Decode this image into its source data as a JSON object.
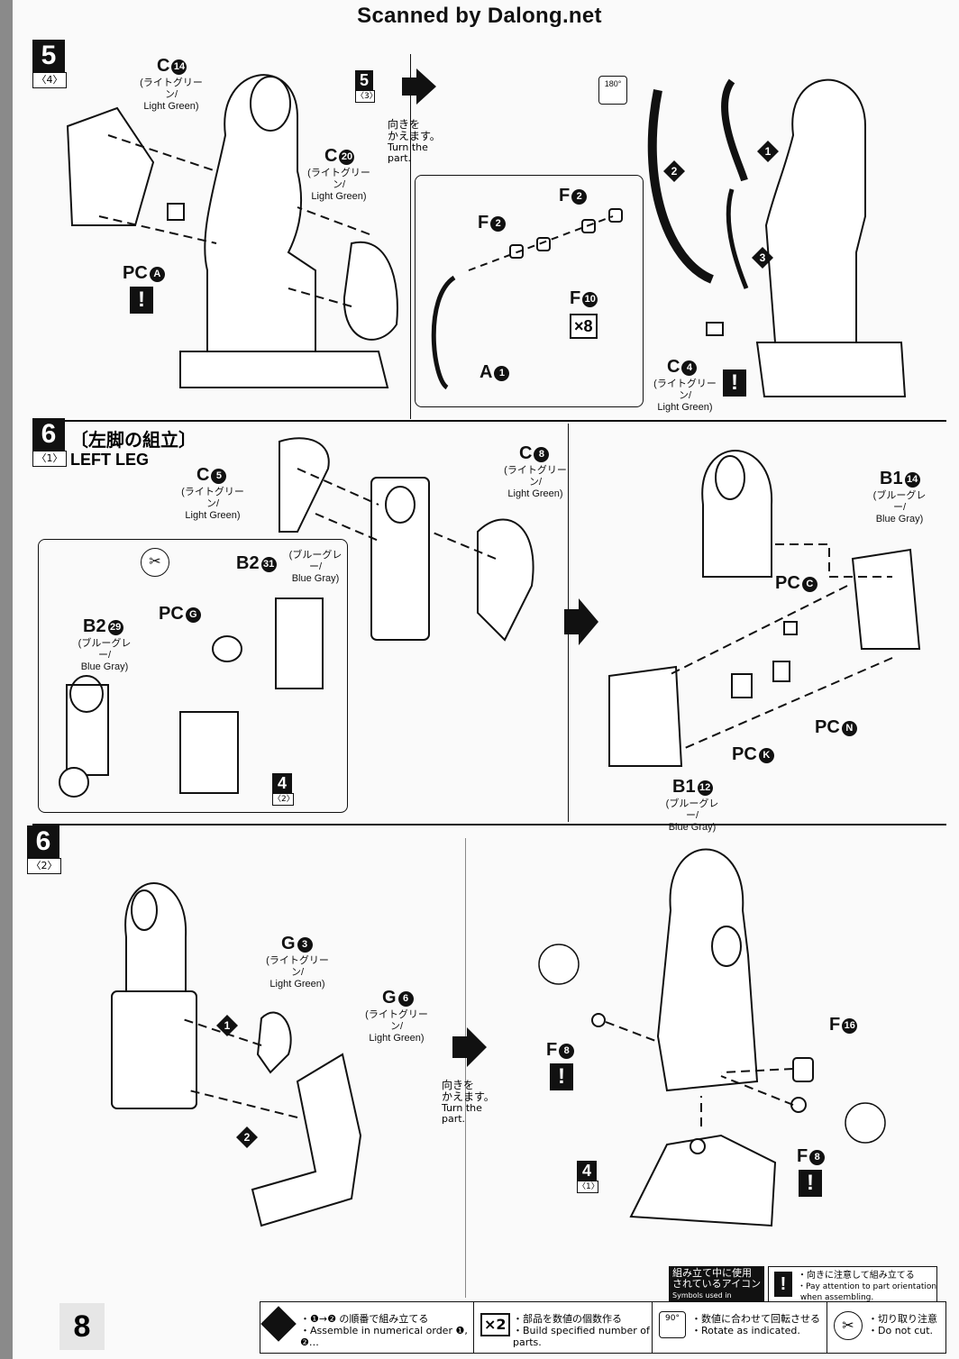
{
  "header": {
    "scan_credit": "Scanned by Dalong.net"
  },
  "page_number": "8",
  "step5": {
    "number": "5",
    "substep": "〈4〉",
    "ref_badge": {
      "number": "5",
      "sub": "〈3〉"
    },
    "turn_jp": "向きを\nかえます。",
    "turn_en": "Turn the\npart.",
    "parts": [
      {
        "code": "C",
        "num": "14",
        "jp": "(ライトグリーン/",
        "en": "Light Green)"
      },
      {
        "code": "C",
        "num": "20",
        "jp": "(ライトグリーン/",
        "en": "Light Green)"
      },
      {
        "code": "PC",
        "num": "A"
      },
      {
        "code": "F",
        "num": "2"
      },
      {
        "code": "F",
        "num": "2"
      },
      {
        "code": "F",
        "num": "10",
        "multiplier": "×8"
      },
      {
        "code": "A",
        "num": "1"
      },
      {
        "code": "C",
        "num": "4",
        "jp": "(ライトグリーン/",
        "en": "Light Green)"
      }
    ],
    "rotate_label": "180°",
    "order_marks": [
      "1",
      "2",
      "3"
    ]
  },
  "step6_1": {
    "number": "6",
    "substep": "〈1〉",
    "title_jp": "〔左脚の組立〕",
    "title_en": "LEFT LEG",
    "ref_badge": {
      "number": "4",
      "sub": "〈2〉"
    },
    "parts": [
      {
        "code": "C",
        "num": "5",
        "jp": "(ライトグリーン/",
        "en": "Light Green)"
      },
      {
        "code": "C",
        "num": "8",
        "jp": "(ライトグリーン/",
        "en": "Light Green)"
      },
      {
        "code": "B2",
        "num": "31",
        "jp": "(ブルーグレー/",
        "en": "Blue Gray)"
      },
      {
        "code": "PC",
        "num": "G"
      },
      {
        "code": "B2",
        "num": "29",
        "jp": "(ブルーグレー/",
        "en": "Blue Gray)"
      },
      {
        "code": "B1",
        "num": "14",
        "jp": "(ブルーグレー/",
        "en": "Blue Gray)"
      },
      {
        "code": "PC",
        "num": "C"
      },
      {
        "code": "PC",
        "num": "N"
      },
      {
        "code": "PC",
        "num": "K"
      },
      {
        "code": "B1",
        "num": "12",
        "jp": "(ブルーグレー/",
        "en": "Blue Gray)"
      }
    ]
  },
  "step6_2": {
    "number": "6",
    "substep": "〈2〉",
    "turn_jp": "向きを\nかえます。",
    "turn_en": "Turn the\npart.",
    "ref_badge": {
      "number": "4",
      "sub": "〈1〉"
    },
    "parts": [
      {
        "code": "G",
        "num": "3",
        "jp": "(ライトグリーン/",
        "en": "Light Green)"
      },
      {
        "code": "G",
        "num": "6",
        "jp": "(ライトグリーン/",
        "en": "Light Green)"
      },
      {
        "code": "F",
        "num": "8"
      },
      {
        "code": "F",
        "num": "16"
      },
      {
        "code": "F",
        "num": "8"
      }
    ],
    "order_marks": [
      "1",
      "2"
    ]
  },
  "legend": {
    "symbols_title_jp": "組み立て中に使用\nされているアイコン",
    "symbols_title_en": "Symbols used in instructions",
    "attention_jp": "・向きに注意して組み立てる",
    "attention_en": "・Pay attention to part orientation\n when assembling.",
    "order_jp": "・❶→❷ の順番で組み立てる",
    "order_en": "・Assemble in numerical order ❶, ❷…",
    "count_icon": "×2",
    "count_jp": "・部品を数値の個数作る",
    "count_en": "・Build specified number of parts.",
    "rotate_icon": "90°",
    "rotate_jp": "・数値に合わせて回転させる",
    "rotate_en": "・Rotate as indicated.",
    "cut_jp": "・切り取り注意",
    "cut_en": "・Do not cut."
  }
}
